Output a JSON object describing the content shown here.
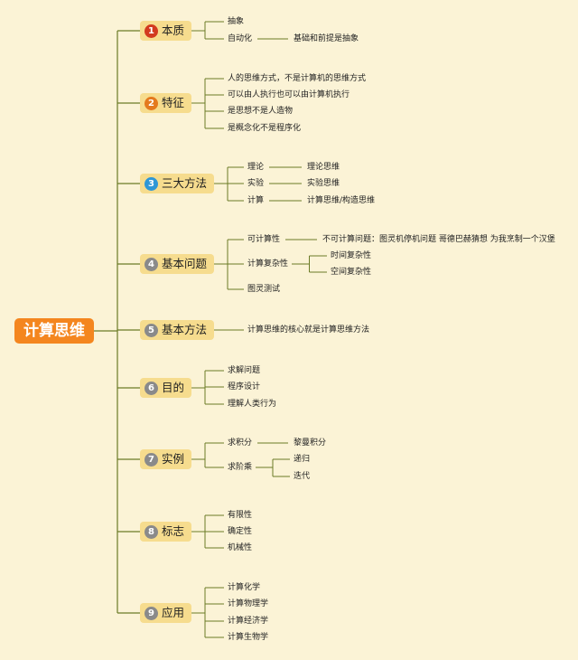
{
  "root": "计算思维",
  "colors": {
    "root_bg": "#f4861f",
    "branch_bg": "#f6dc8e",
    "line": "#6b7b26",
    "badge_red": "#d23a1e",
    "badge_orange": "#e47a1e",
    "badge_blue": "#2f97d6",
    "badge_gray": "#8a8a8a"
  },
  "branches": [
    {
      "num": "1",
      "label": "本质",
      "color": "badge_red",
      "children": [
        {
          "label": "抽象"
        },
        {
          "label": "自动化",
          "children": [
            {
              "label": "基础和前提是抽象"
            }
          ]
        }
      ]
    },
    {
      "num": "2",
      "label": "特征",
      "color": "badge_orange",
      "children": [
        {
          "label": "人的思维方式，不是计算机的思维方式"
        },
        {
          "label": "可以由人执行也可以由计算机执行"
        },
        {
          "label": "是思想不是人造物"
        },
        {
          "label": "是概念化不是程序化"
        }
      ]
    },
    {
      "num": "3",
      "label": "三大方法",
      "color": "badge_blue",
      "children": [
        {
          "label": "理论",
          "children": [
            {
              "label": "理论思维"
            }
          ]
        },
        {
          "label": "实验",
          "children": [
            {
              "label": "实验思维"
            }
          ]
        },
        {
          "label": "计算",
          "children": [
            {
              "label": "计算思维/构造思维"
            }
          ]
        }
      ]
    },
    {
      "num": "4",
      "label": "基本问题",
      "color": "badge_gray",
      "children": [
        {
          "label": "可计算性",
          "children": [
            {
              "label": "不可计算问题：图灵机停机问题 哥德巴赫猜想 为我烹制一个汉堡"
            }
          ]
        },
        {
          "label": "计算复杂性",
          "children": [
            {
              "label": "时间复杂性"
            },
            {
              "label": "空间复杂性"
            }
          ]
        },
        {
          "label": "图灵测试"
        }
      ]
    },
    {
      "num": "5",
      "label": "基本方法",
      "color": "badge_gray",
      "children": [
        {
          "label": "计算思维的核心就是计算思维方法"
        }
      ]
    },
    {
      "num": "6",
      "label": "目的",
      "color": "badge_gray",
      "children": [
        {
          "label": "求解问题"
        },
        {
          "label": "程序设计"
        },
        {
          "label": "理解人类行为"
        }
      ]
    },
    {
      "num": "7",
      "label": "实例",
      "color": "badge_gray",
      "children": [
        {
          "label": "求积分",
          "children": [
            {
              "label": "黎曼积分"
            }
          ]
        },
        {
          "label": "求阶乘",
          "children": [
            {
              "label": "递归"
            },
            {
              "label": "迭代"
            }
          ]
        }
      ]
    },
    {
      "num": "8",
      "label": "标志",
      "color": "badge_gray",
      "children": [
        {
          "label": "有限性"
        },
        {
          "label": "确定性"
        },
        {
          "label": "机械性"
        }
      ]
    },
    {
      "num": "9",
      "label": "应用",
      "color": "badge_gray",
      "children": [
        {
          "label": "计算化学"
        },
        {
          "label": "计算物理学"
        },
        {
          "label": "计算经济学"
        },
        {
          "label": "计算生物学"
        }
      ]
    }
  ]
}
